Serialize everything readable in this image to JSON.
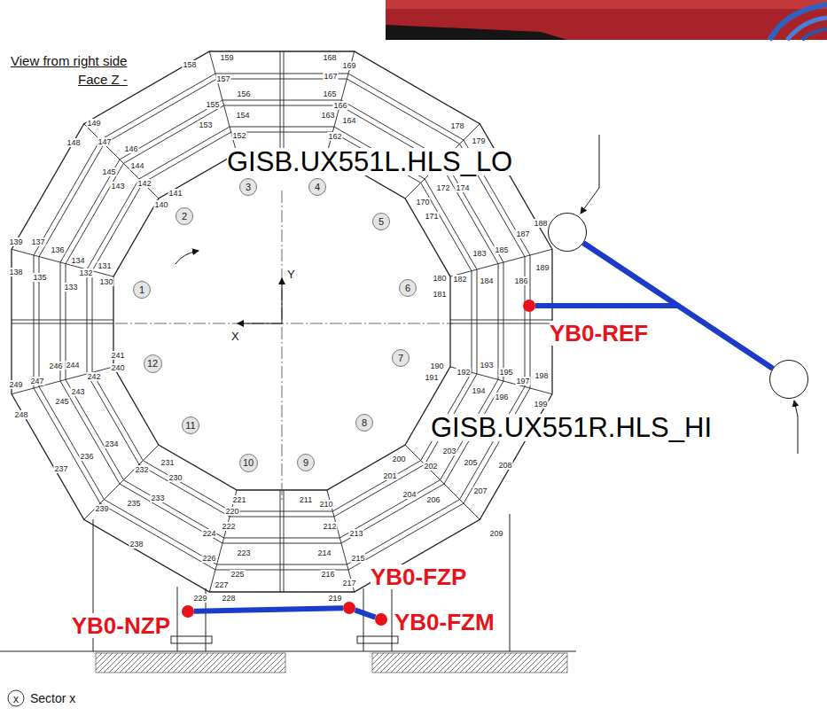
{
  "diagram": {
    "nodes": [
      {
        "text": [
          "GISB.UX551L.HLS_LO"
        ]
      },
      {
        "text": [
          "3"
        ]
      },
      {
        "text": [
          "4"
        ]
      },
      {
        "text": [
          "2"
        ]
      },
      {
        "text": [
          "5"
        ]
      },
      {
        "text": [
          "1"
        ]
      },
      {
        "text": [
          "6"
        ]
      },
      {
        "text": [
          "YB0-REF"
        ]
      },
      {
        "text": [
          "12"
        ]
      },
      {
        "text": [
          "7"
        ]
      },
      {
        "text": [
          "GISB.UX551R.HLS_HI"
        ]
      },
      {
        "text": [
          "11"
        ]
      },
      {
        "text": [
          "8"
        ]
      },
      {
        "text": [
          "10"
        ]
      },
      {
        "text": [
          "9"
        ]
      },
      {
        "text": [
          "YB0-FZP"
        ]
      },
      {
        "text": [
          "YB0-NZP"
        ]
      },
      {
        "text": [
          "YB0-FZM"
        ]
      }
    ],
    "edges": [
      {
        "from": 0,
        "to": 10,
        "arrow": "none"
      },
      {
        "from": 7,
        "to": 0,
        "arrow": "none"
      },
      {
        "from": 7,
        "to": 10,
        "arrow": "none"
      },
      {
        "from": 16,
        "to": 15,
        "arrow": "none"
      },
      {
        "from": 15,
        "to": 17,
        "arrow": "none"
      }
    ],
    "labels": [
      "View from right side",
      "Face Z -",
      "Y",
      "X",
      "158",
      "159",
      "168",
      "169",
      "167",
      "157",
      "156",
      "165",
      "155",
      "166",
      "154",
      "163",
      "153",
      "164",
      "152",
      "162",
      "178",
      "179",
      "149",
      "148",
      "147",
      "146",
      "145",
      "144",
      "143",
      "142",
      "141",
      "140",
      "172",
      "174",
      "170",
      "171",
      "187",
      "188",
      "185",
      "183",
      "189",
      "184",
      "186",
      "139",
      "137",
      "136",
      "134",
      "138",
      "135",
      "131",
      "132",
      "133",
      "130",
      "180",
      "182",
      "181",
      "241",
      "240",
      "246",
      "244",
      "249",
      "247",
      "242",
      "243",
      "245",
      "248",
      "190",
      "191",
      "193",
      "192",
      "195",
      "194",
      "196",
      "197",
      "198",
      "199",
      "231",
      "230",
      "200",
      "201",
      "202",
      "203",
      "234",
      "232",
      "236",
      "233",
      "204",
      "205",
      "206",
      "207",
      "208",
      "235",
      "221",
      "220",
      "211",
      "210",
      "237",
      "222",
      "212",
      "239",
      "224",
      "213",
      "214",
      "226",
      "223",
      "238",
      "215",
      "225",
      "216",
      "209",
      "227",
      "217",
      "219",
      "229",
      "228",
      "x"
    ],
    "legend": [
      {
        "text": "Sector x"
      }
    ]
  }
}
